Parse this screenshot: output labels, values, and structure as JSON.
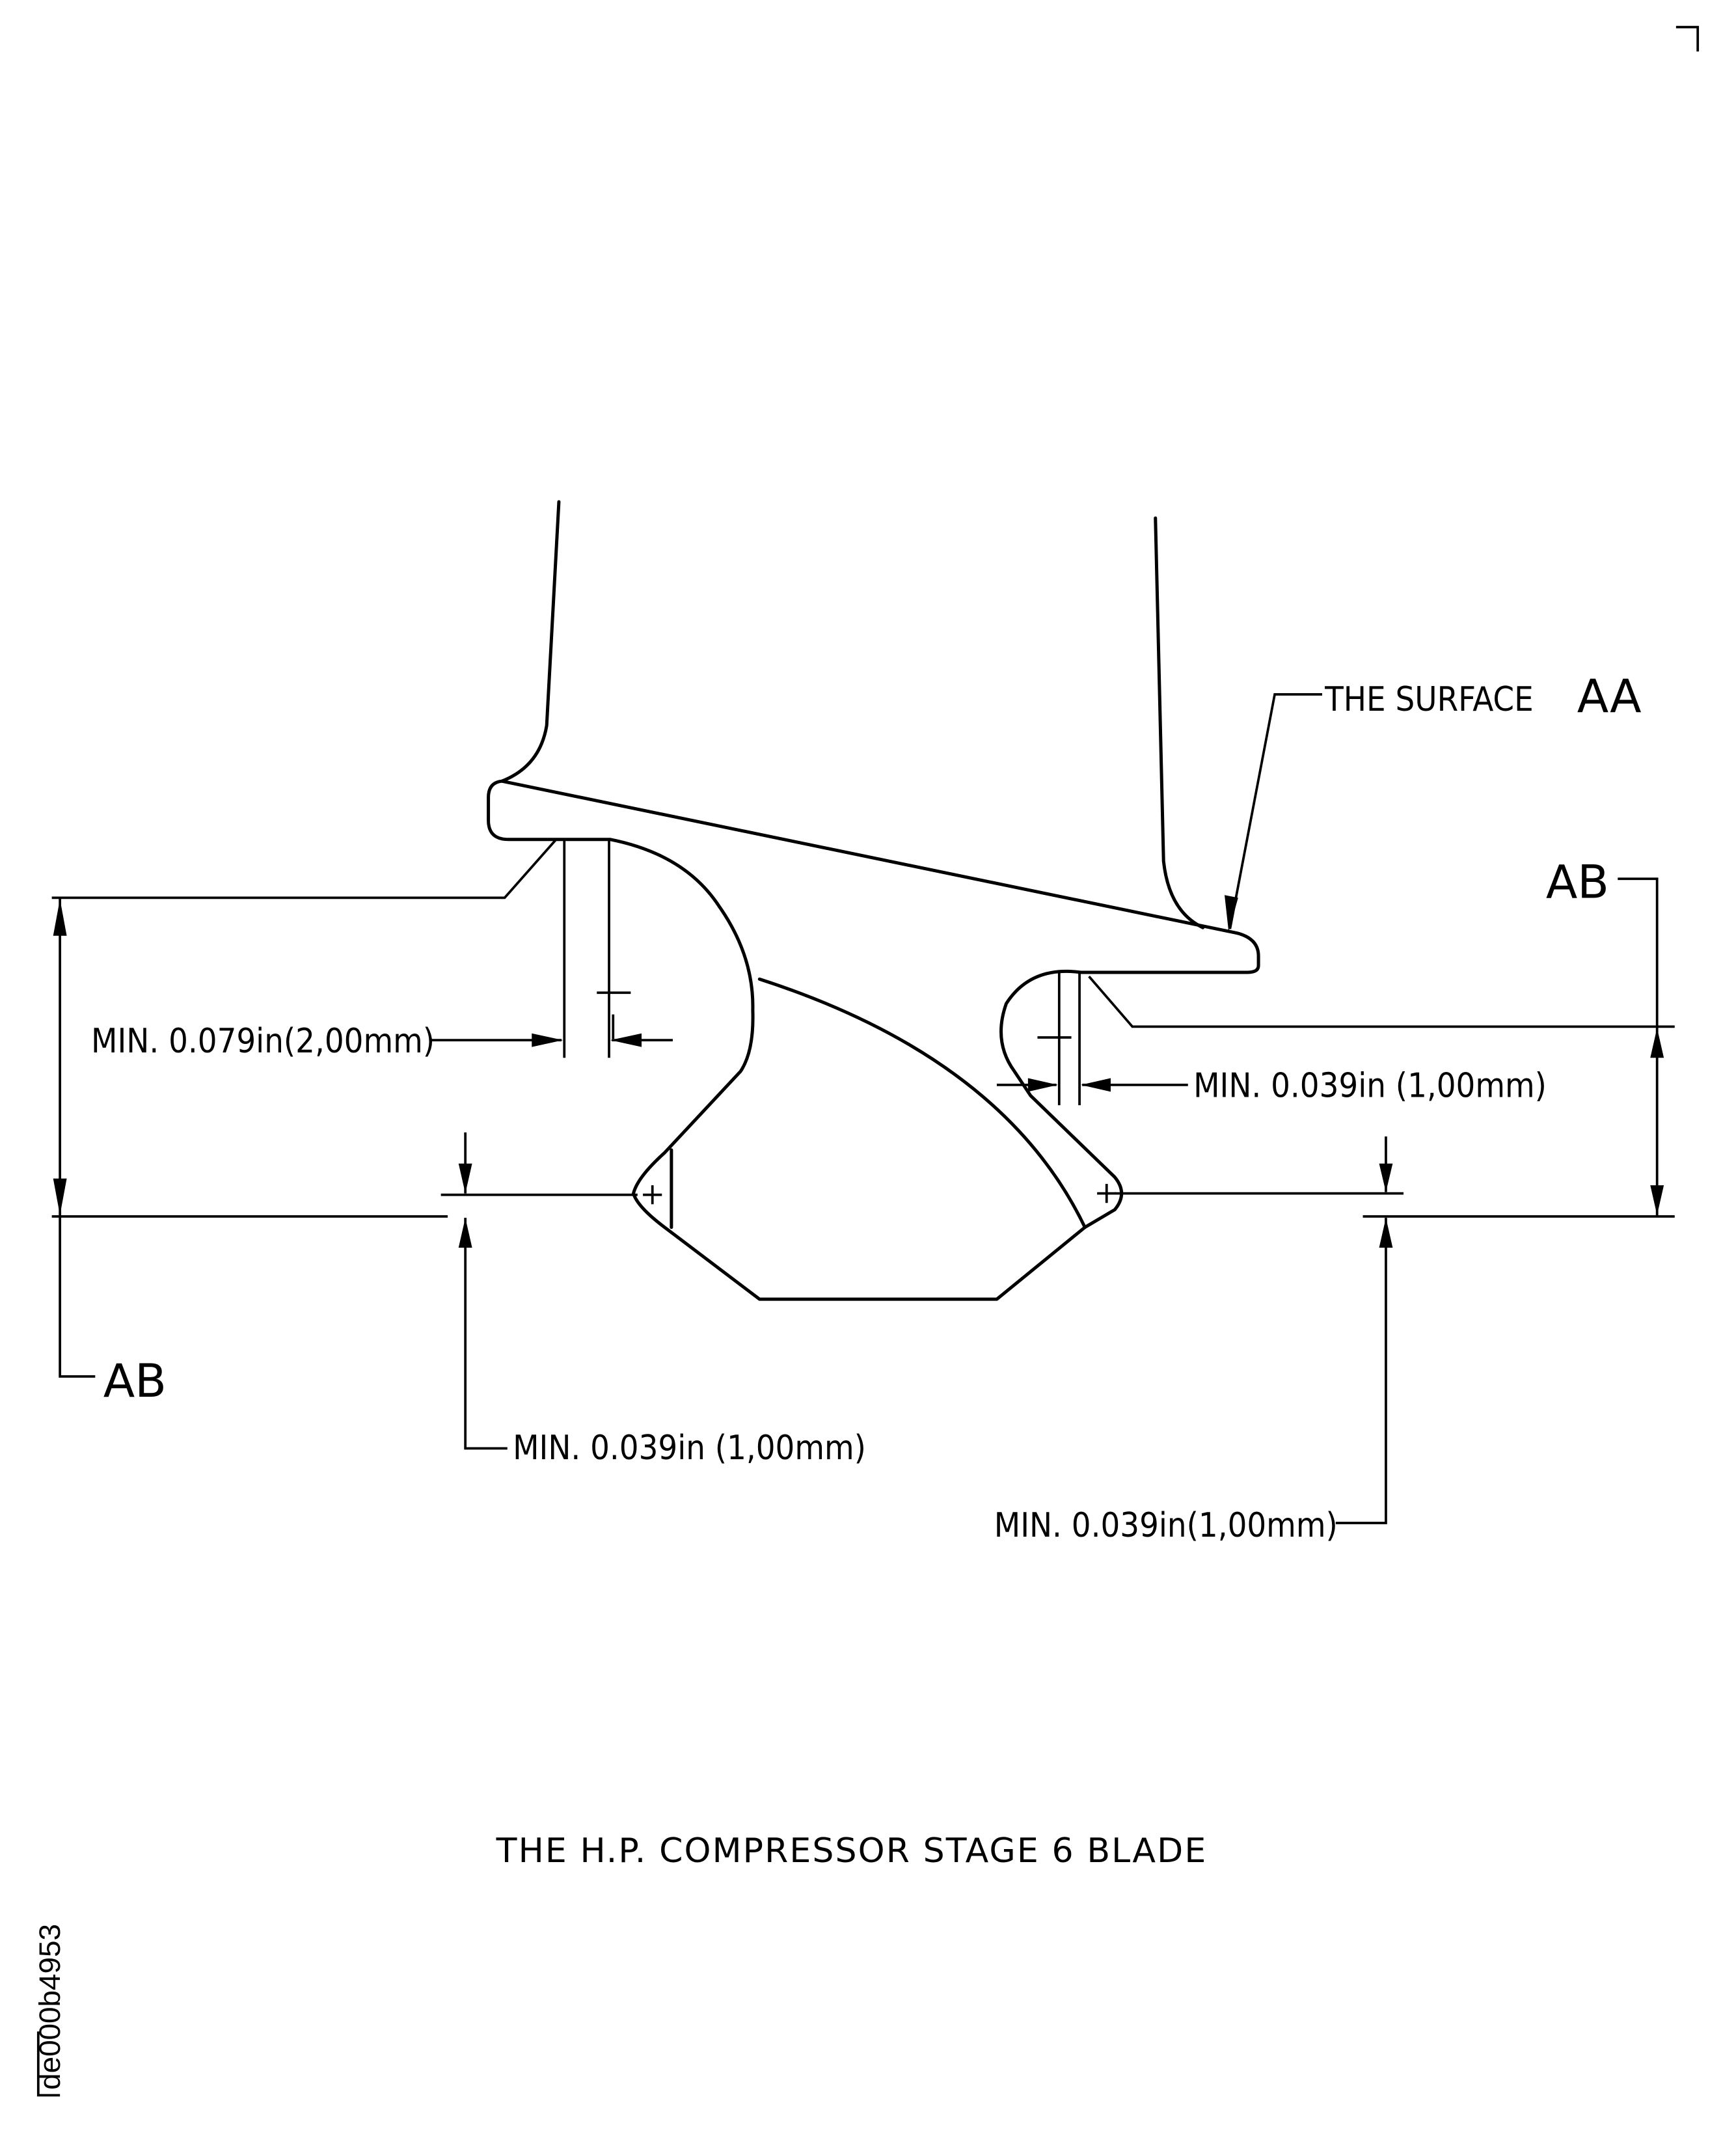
{
  "diagram": {
    "title": "THE H.P. COMPRESSOR STAGE 6 BLADE",
    "surface_label": "THE SURFACE",
    "surface_id": "AA",
    "datum_top": "AB",
    "datum_bottom": "AB",
    "dim_left_fillet": "MIN. 0.079in(2,00mm)",
    "dim_right_fillet": "MIN. 0.039in (1,00mm)",
    "dim_left_lobe": "MIN. 0.039in (1,00mm)",
    "dim_right_lobe": "MIN. 0.039in(1,00mm)",
    "figure_id": "de000b4953"
  }
}
